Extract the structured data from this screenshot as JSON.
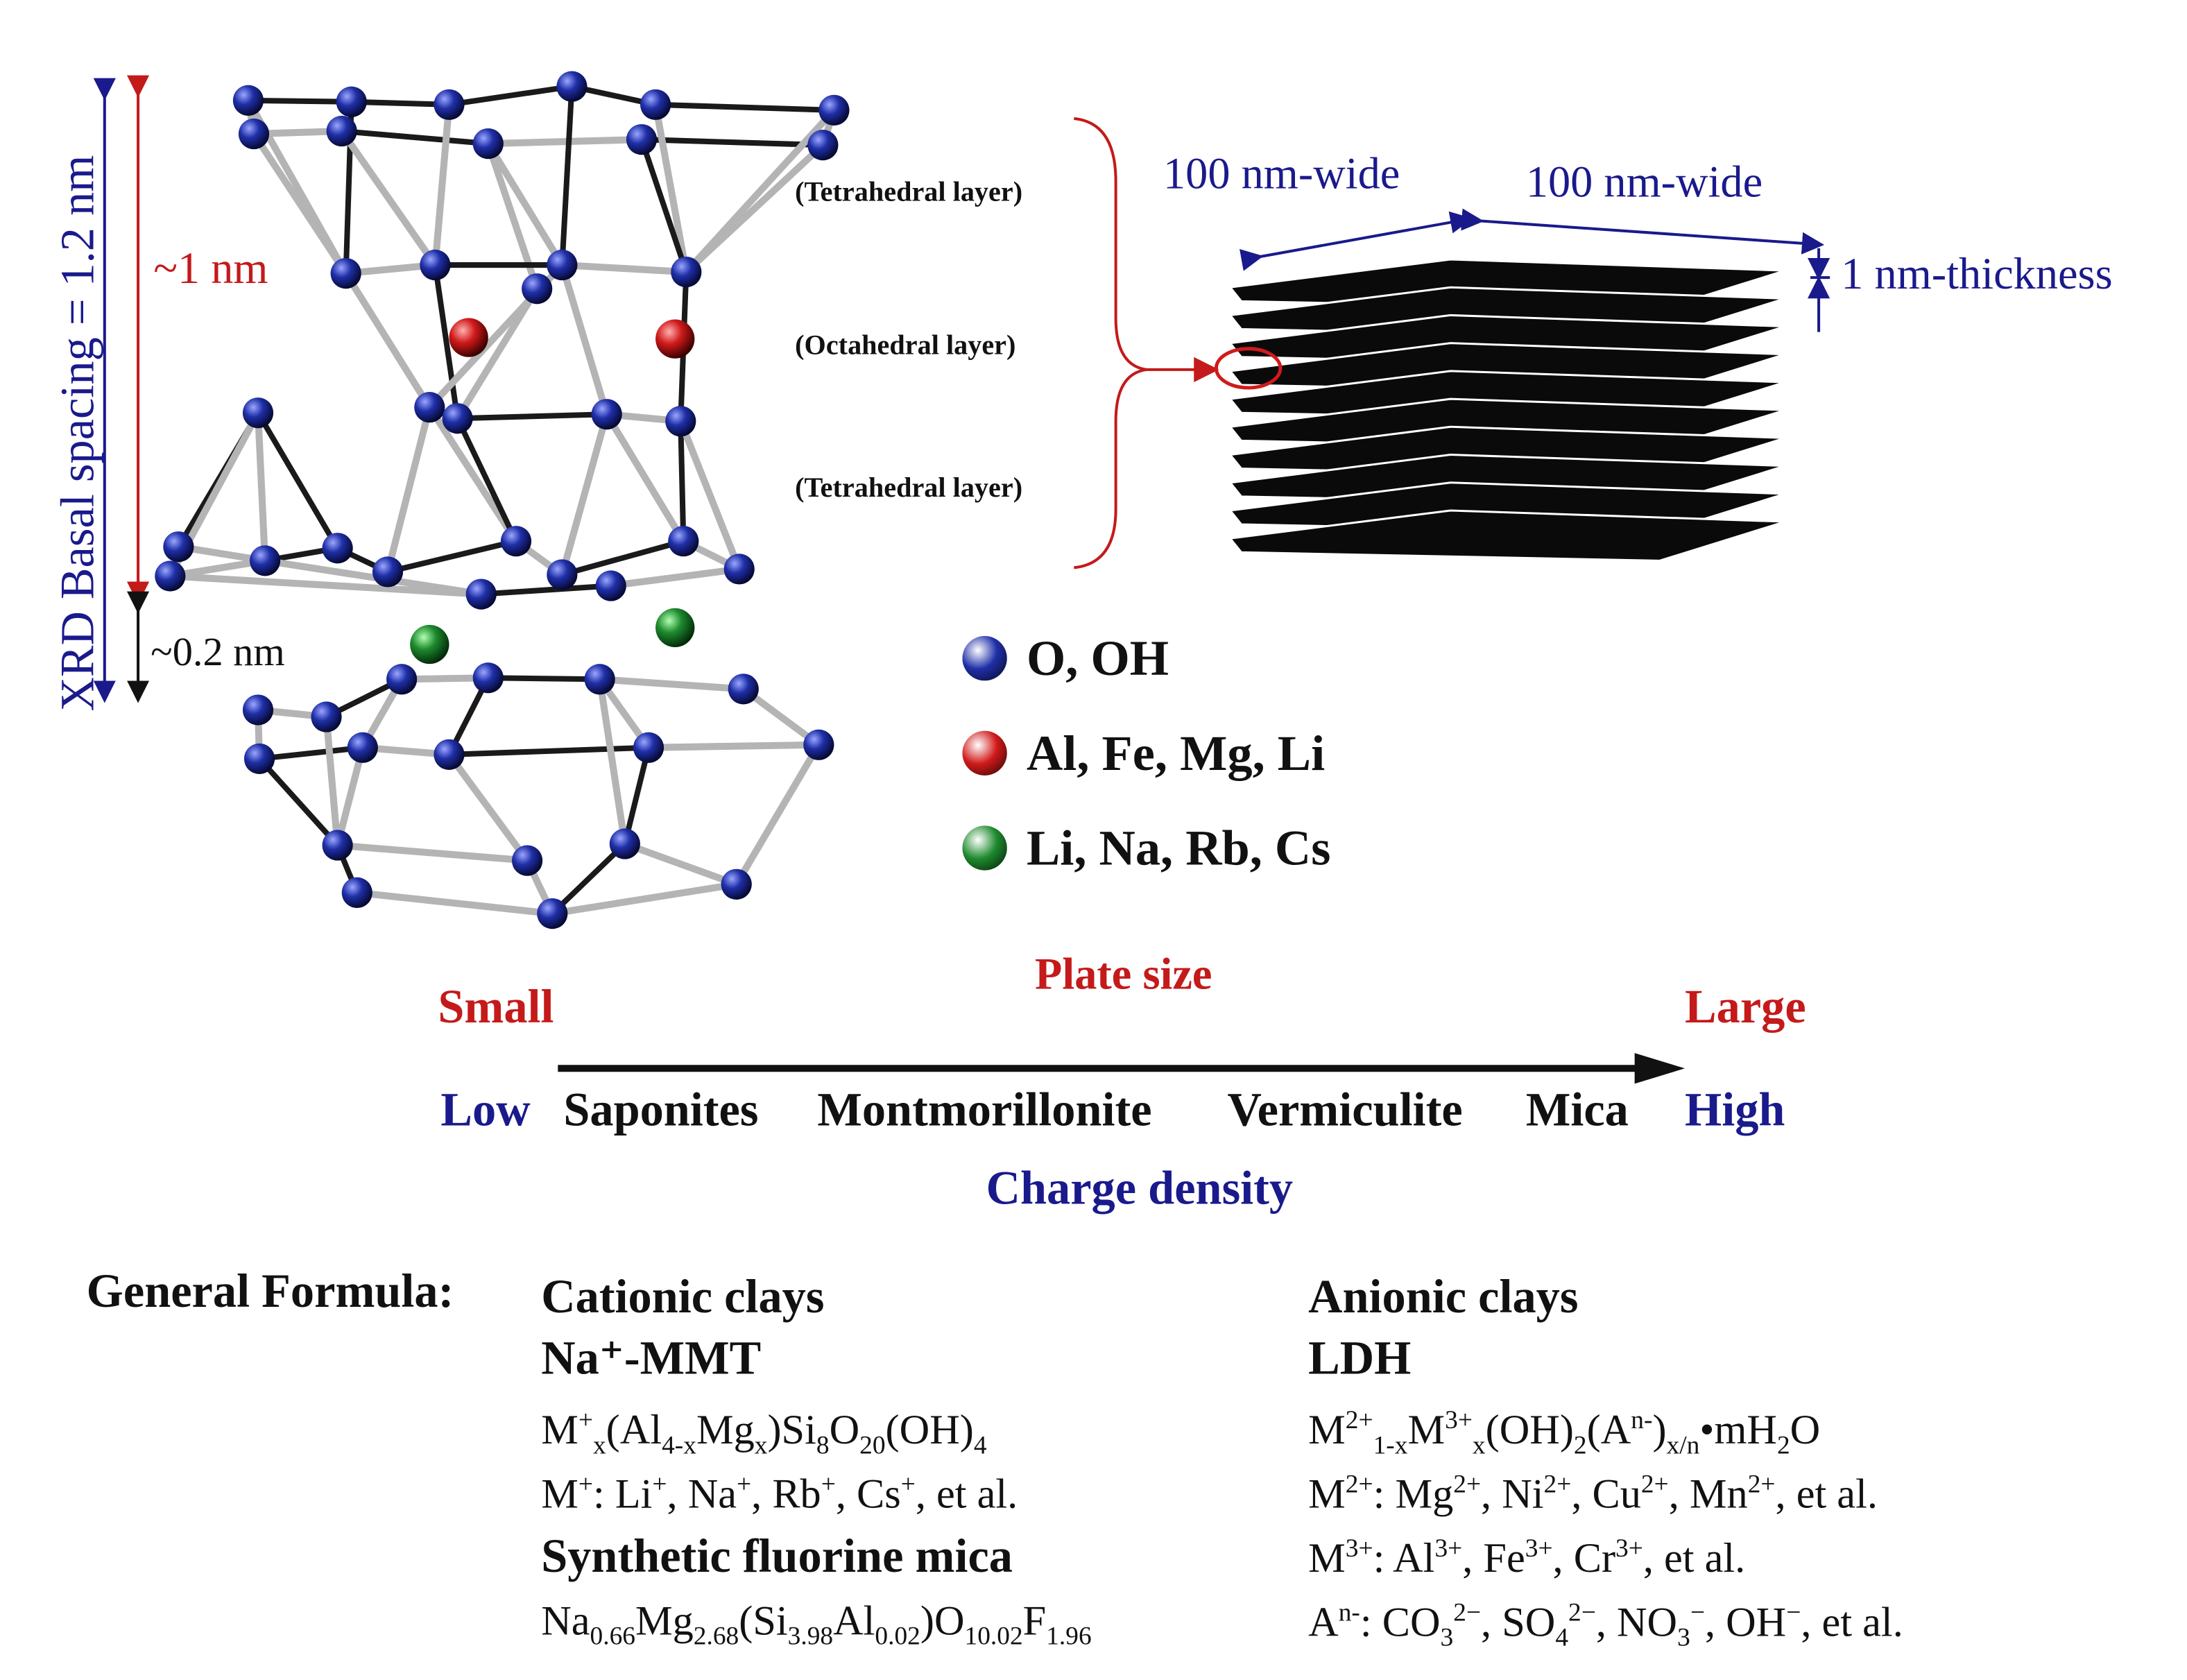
{
  "structure": {
    "basal_spacing_label": "XRD Basal  spacing = 1.2 nm",
    "layer_thickness_label": "~1 nm",
    "interlayer_label": "~0.2 nm",
    "layer_labels": [
      "(Tetrahedral layer)",
      "(Octahedral layer)",
      "(Tetrahedral layer)"
    ]
  },
  "platelet": {
    "width_label_1": "100 nm-wide",
    "width_label_2": "100 nm-wide",
    "thickness_label": "1 nm-thickness",
    "sheet_count": 10
  },
  "legend": [
    {
      "label": "O, OH",
      "color": "#1f2fa8"
    },
    {
      "label": "Al, Fe, Mg, Li",
      "color": "#d11a1a"
    },
    {
      "label": "Li, Na, Rb, Cs",
      "color": "#1e8a2e"
    }
  ],
  "scale_axis": {
    "plate_size_label": "Plate size",
    "small_label": "Small",
    "large_label": "Large",
    "low_label": "Low",
    "high_label": "High",
    "minerals": [
      "Saponites",
      "Montmorillonite",
      "Vermiculite",
      "Mica"
    ],
    "charge_density_label": "Charge density"
  },
  "formula": {
    "heading": "General Formula:",
    "cationic": {
      "title": "Cationic clays",
      "subtitle": "Na⁺-MMT",
      "formula_html": "M<sup>+</sup><sub>x</sub>(Al<sub>4-x</sub>Mg<sub>x</sub>)Si<sub>8</sub>O<sub>20</sub>(OH)<sub>4</sub>",
      "ions_html": "M<sup>+</sup>: Li<sup>+</sup>, Na<sup>+</sup>, Rb<sup>+</sup>, Cs<sup>+</sup>, et al.",
      "mica_title": "Synthetic fluorine mica",
      "mica_formula_html": "Na<sub>0.66</sub>Mg<sub>2.68</sub>(Si<sub>3.98</sub>Al<sub>0.02</sub>)O<sub>10.02</sub>F<sub>1.96</sub>"
    },
    "anionic": {
      "title": "Anionic clays",
      "subtitle": "LDH",
      "formula_html": "M<sup>2+</sup><sub>1-x</sub>M<sup>3+</sup><sub>x</sub>(OH)<sub>2</sub>(A<sup>n-</sup>)<sub>x/n</sub>•mH<sub>2</sub>O",
      "m2_html": "M<sup>2+</sup>: Mg<sup>2+</sup>, Ni<sup>2+</sup>, Cu<sup>2+</sup>, Mn<sup>2+</sup>, et al.",
      "m3_html": "M<sup>3+</sup>: Al<sup>3+</sup>, Fe<sup>3+</sup>, Cr<sup>3+</sup>, et al.",
      "anion_html": "A<sup>n-</sup>: CO<sub>3</sub><sup>2−</sup>, SO<sub>4</sub><sup>2−</sup>, NO<sub>3</sub><sup>−</sup>, OH<sup>−</sup>, et al."
    }
  }
}
